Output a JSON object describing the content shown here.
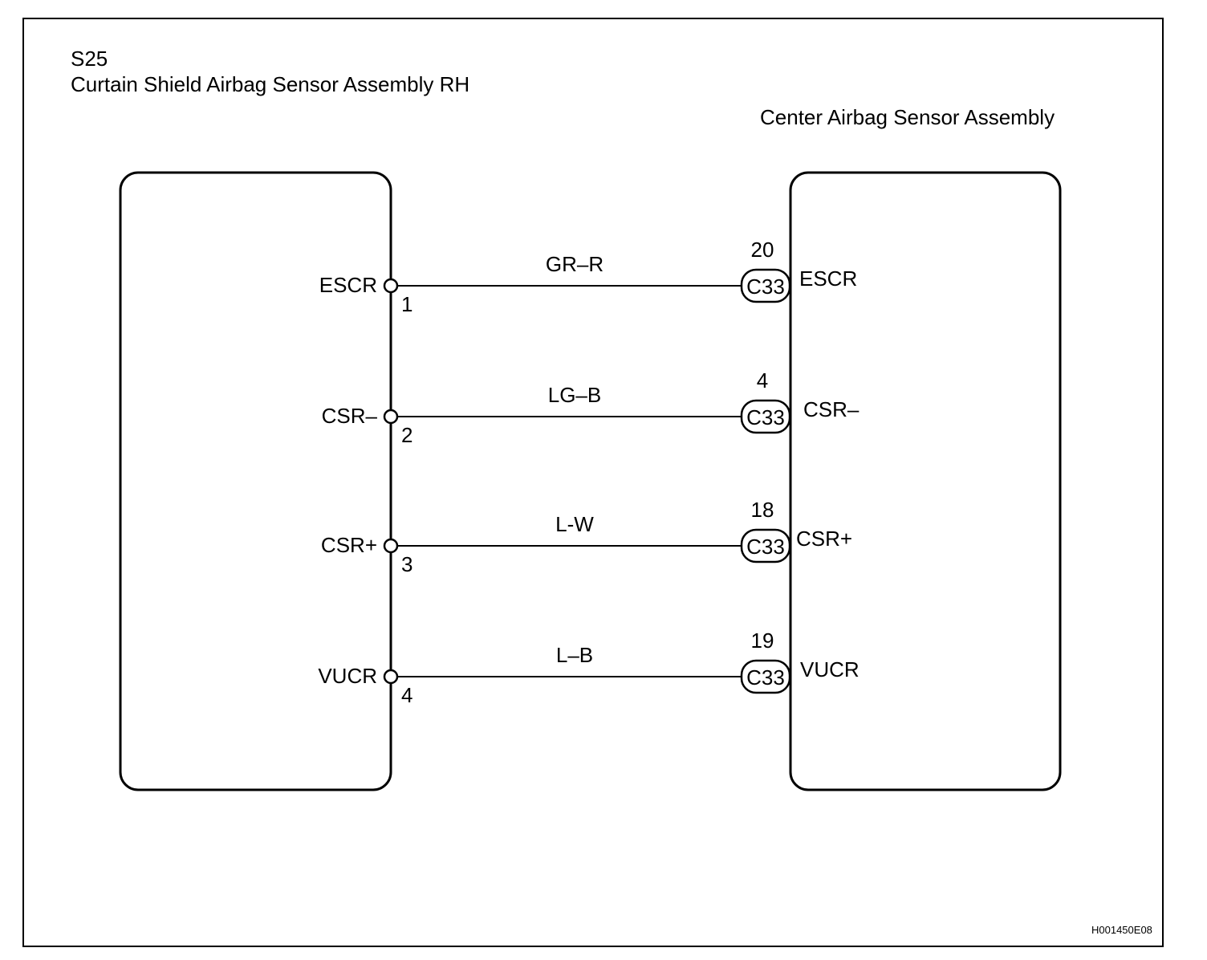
{
  "left_component": {
    "code": "S25",
    "name": "Curtain Shield Airbag Sensor Assembly RH"
  },
  "right_component": {
    "name": "Center Airbag Sensor Assembly"
  },
  "connector": "C33",
  "circuits": [
    {
      "left_terminal": "ESCR",
      "left_pin": "1",
      "wire_color": "GR–R",
      "right_pin": "20",
      "right_terminal": "ESCR"
    },
    {
      "left_terminal": "CSR–",
      "left_pin": "2",
      "wire_color": "LG–B",
      "right_pin": "4",
      "right_terminal": "CSR–"
    },
    {
      "left_terminal": "CSR+",
      "left_pin": "3",
      "wire_color": "L-W",
      "right_pin": "18",
      "right_terminal": "CSR+"
    },
    {
      "left_terminal": "VUCR",
      "left_pin": "4",
      "wire_color": "L–B",
      "right_pin": "19",
      "right_terminal": "VUCR"
    }
  ],
  "figure_id": "H001450E08"
}
